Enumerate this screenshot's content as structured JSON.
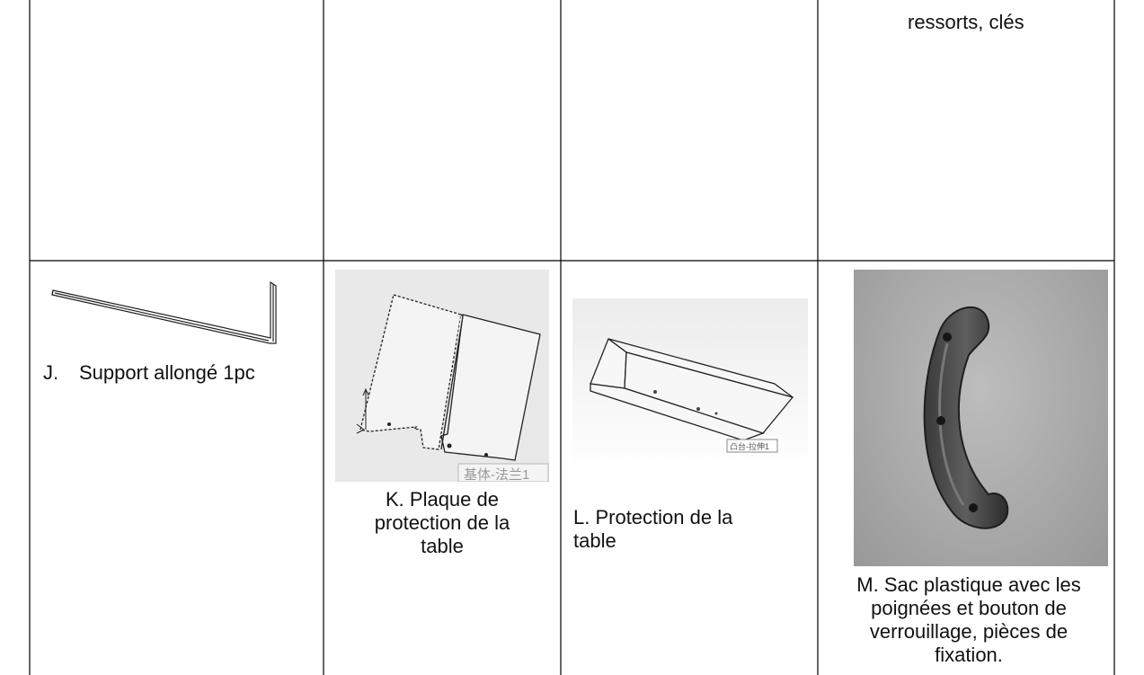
{
  "table": {
    "row1": {
      "cell4_text": "ressorts, clés"
    },
    "row2": {
      "j": {
        "letter": "J.",
        "label": "Support allongé 1pc"
      },
      "k": {
        "caption": [
          "K. Plaque de",
          "protection de la",
          "table"
        ],
        "figure_tag": "基体-法兰1"
      },
      "l": {
        "caption": [
          "L. Protection de la",
          "table"
        ],
        "figure_tag": "凸台-拉伸1"
      },
      "m": {
        "caption": [
          "M. Sac plastique avec les",
          "poignées et bouton de",
          "verrouillage, pièces de",
          "fixation."
        ]
      }
    }
  }
}
